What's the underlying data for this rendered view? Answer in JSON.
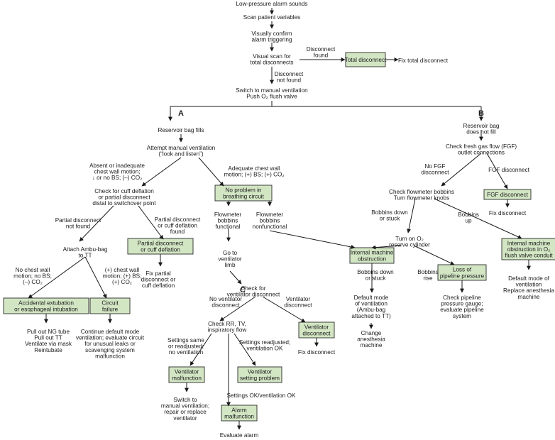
{
  "nodes": {
    "low_pressure": "Low-pressure alarm sounds",
    "scan_variables": "Scan patient variables",
    "visually_confirm": [
      "Visually confirm",
      "alarm triggering"
    ],
    "visual_scan": [
      "Visual scan for",
      "total disconnects"
    ],
    "disconnect_found": [
      "Disconnect",
      "found"
    ],
    "total_disconnect": "Total disconnect",
    "fix_total": "Fix total disconnect",
    "disconnect_not_found": [
      "Disconnect",
      "not found"
    ],
    "switch_manual": [
      "Switch to manual ventilation",
      "Push O₂ flush valve"
    ],
    "label_a": "A",
    "label_b": "B",
    "label_c": "C",
    "reservoir_fills": "Reservoir bag fills",
    "attempt_manual": [
      "Attempt manual ventilation",
      "(“look and listen”)"
    ],
    "absent_inadequate": [
      "Absent or inadequate",
      "chest wall motion;",
      "↓ or no BS; (–) CO₂"
    ],
    "adequate_motion": [
      "Adequate chest wall",
      "motion; (+) BS; (+) CO₂"
    ],
    "check_cuff": [
      "Check for cuff deflation",
      "or partial disconnect",
      "distal to switchover point"
    ],
    "no_problem_circuit": [
      "No problem in",
      "breathing circuit"
    ],
    "partial_not_found": [
      "Partial disconnect",
      "not found"
    ],
    "partial_found": [
      "Partial disconnect",
      "or cuff deflation",
      "found"
    ],
    "attach_ambu": [
      "Attach Ambu-bag",
      "to TT"
    ],
    "partial_box": [
      "Partial disconnect",
      "or cuff deflation"
    ],
    "fix_partial": [
      "Fix partial",
      "disconnect or",
      "cuff deflation"
    ],
    "no_chest_motion": [
      "No chest wall",
      "motion; no BS;",
      "(–) CO₂"
    ],
    "pos_chest_motion": [
      "(+) chest wall",
      "motion; (+) BS;",
      "(+) CO₂"
    ],
    "accidental_extubation": [
      "Accidental extubation",
      "or esophageal intubation"
    ],
    "circuit_failure": [
      "Circuit",
      "failure"
    ],
    "pull_out": [
      "Pull out NG tube",
      "Pull out TT",
      "Ventilate via mask",
      "Reintubate"
    ],
    "continue_default": [
      "Continue default mode",
      "ventilation; evaluate circuit",
      "for unusual leaks or",
      "scavenging system",
      "malfunction"
    ],
    "bobbins_functional": [
      "Flowmeter",
      "bobbins",
      "functional"
    ],
    "bobbins_nonfunctional": [
      "Flowmeter",
      "bobbins",
      "nonfunctional"
    ],
    "go_ventilator": [
      "Go to",
      "ventilator",
      "limb"
    ],
    "check_vent_disconnect": [
      "Check for",
      "ventilator disconnect"
    ],
    "no_vent_disconnect": [
      "No ventilator",
      "disconnect"
    ],
    "vent_disconnect_lbl": [
      "Ventilator",
      "disconnect"
    ],
    "check_rr": [
      "Check RR, TV,",
      "inspiratory flow"
    ],
    "vent_disconnect_box": [
      "Ventilator",
      "disconnect"
    ],
    "fix_disconnect_vent": "Fix disconnect",
    "settings_same": [
      "Settings same",
      "or readjusted;",
      "no ventilation"
    ],
    "settings_readjusted": [
      "Settings readjusted;",
      "ventilation OK"
    ],
    "vent_malfunction": [
      "Ventilator",
      "malfunction"
    ],
    "vent_setting_problem": [
      "Ventilator",
      "setting problem"
    ],
    "switch_manual_repair": [
      "Switch to",
      "manual ventilation;",
      "repair or replace",
      "ventilator"
    ],
    "settings_ok": "Settings OK/ventilation OK",
    "alarm_malfunction": [
      "Alarm",
      "malfunction"
    ],
    "evaluate_alarm": "Evaluate alarm",
    "reservoir_not_fill": [
      "Reservoir bag",
      "does not fill"
    ],
    "check_fgf": [
      "Check fresh gas flow (FGF)",
      "outlet connections"
    ],
    "no_fgf_disconnect": [
      "No FGF",
      "disconnect"
    ],
    "fgf_disconnect_lbl": "FGF disconnect",
    "fgf_disconnect_box": "FGF disconnect",
    "fix_disconnect_fgf": "Fix disconnect",
    "check_flowmeter": [
      "Check flowmeter bobbins",
      "Turn flowmeter knobs"
    ],
    "bobbins_down_stuck": [
      "Bobbins down",
      "or stuck"
    ],
    "bobbins_up": [
      "Bobbins",
      "up"
    ],
    "turn_on_o2": [
      "Turn on O₂",
      "reserve cylinder"
    ],
    "bobbins_down_stuck2": [
      "Bobbins down",
      "or stuck"
    ],
    "bobbins_rise": [
      "Bobbins",
      "rise"
    ],
    "internal_obstruction": [
      "Internal machine",
      "obstruction"
    ],
    "loss_pipeline": [
      "Loss of",
      "pipeline pressure"
    ],
    "internal_obstruction_o2": [
      "Internal machine",
      "obstruction in O₂",
      "flush valve conduit"
    ],
    "default_mode_ambu": [
      "Default mode",
      "of ventilation",
      "(Ambu-bag",
      "attached to TT)"
    ],
    "change_machine": [
      "Change",
      "anesthesia",
      "machine"
    ],
    "check_pipeline": [
      "Check pipeline",
      "pressure gauge;",
      "evaluate pipeline",
      "system"
    ],
    "default_mode_replace": [
      "Default mode of",
      "ventilation",
      "Replace anesthesia",
      "machine"
    ]
  },
  "colors": {
    "box_fill": "#d3e6c4",
    "line": "#1a1a1a"
  }
}
